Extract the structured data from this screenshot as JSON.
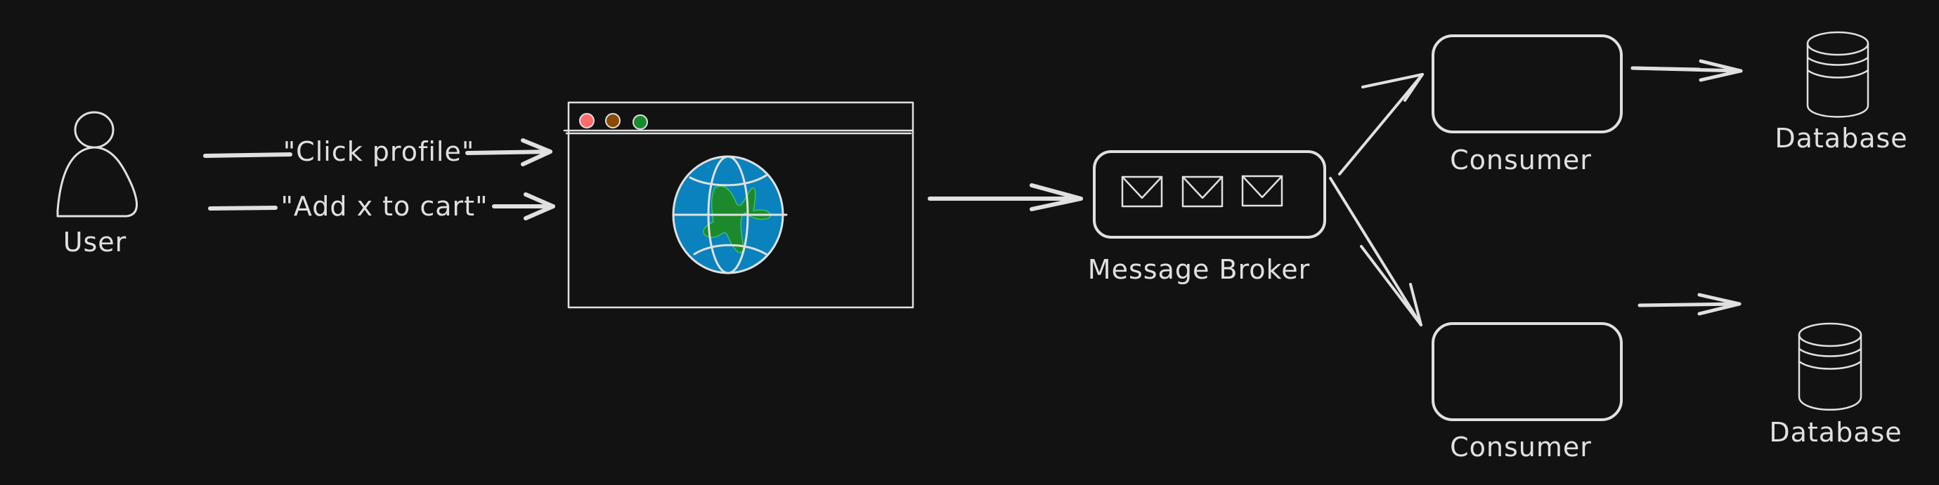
{
  "background": "#121212",
  "stroke_color": "#e0e0e0",
  "nodes": {
    "user": {
      "label": "User",
      "icon": "person-icon"
    },
    "browser": {
      "icon": "browser-window-icon",
      "window_dots": [
        {
          "name": "close",
          "color": "#ff6b6b"
        },
        {
          "name": "minimize",
          "color": "#8a4a00"
        },
        {
          "name": "maximize",
          "color": "#1b8a2e"
        }
      ],
      "globe": {
        "ocean": "#0a82bd",
        "land": "#1c8a2c",
        "land_outline": "#40c060"
      }
    },
    "broker": {
      "label": "Message Broker",
      "envelope_count": 3,
      "icon": "envelope-icon"
    },
    "consumers": [
      {
        "label": "Consumer"
      },
      {
        "label": "Consumer"
      }
    ],
    "databases": [
      {
        "label": "Database",
        "icon": "database-icon"
      },
      {
        "label": "Database",
        "icon": "database-icon"
      }
    ]
  },
  "edges": {
    "user_to_browser": [
      {
        "label": "\"Click profile\""
      },
      {
        "label": "\"Add x to cart\""
      }
    ],
    "browser_to_broker": {
      "label": ""
    },
    "broker_to_consumers": [
      {
        "label": ""
      },
      {
        "label": ""
      }
    ],
    "consumers_to_databases": [
      {
        "label": ""
      },
      {
        "label": ""
      }
    ]
  }
}
